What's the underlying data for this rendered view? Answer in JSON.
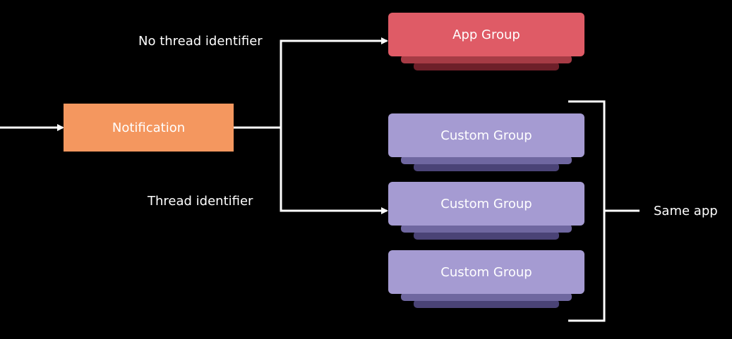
{
  "labels": {
    "no_thread": "No thread identifier",
    "thread": "Thread identifier",
    "same_app": "Same app"
  },
  "nodes": {
    "notification": "Notification",
    "app_group": "App Group",
    "custom_groups": [
      "Custom Group",
      "Custom Group",
      "Custom Group"
    ]
  },
  "colors": {
    "background": "#000000",
    "line": "#ffffff",
    "notification": "#F4975F",
    "app_group_front": "#DF5B66",
    "app_group_mid": "#A63B45",
    "app_group_back": "#6E1F29",
    "custom_front": "#A59BD2",
    "custom_mid": "#6F67A0",
    "custom_back": "#4A4376"
  }
}
